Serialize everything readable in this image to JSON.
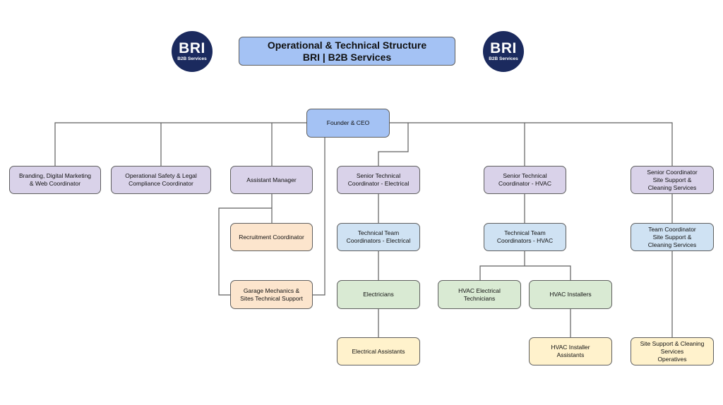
{
  "header": {
    "title_line1": "Operational & Technical Structure",
    "title_line2": "BRI | B2B Services",
    "logo_left": {
      "mark": "BRI",
      "tagline": "B2B Services"
    },
    "logo_right": {
      "mark": "BRI",
      "tagline": "B2B Services"
    }
  },
  "colors": {
    "ceo": "#a4c2f4",
    "management": "#d9d2e9",
    "team_coordinator": "#cfe2f3",
    "support": "#fce5cd",
    "trades": "#d9ead3",
    "assistants": "#fff2cc",
    "logo": "#1b2a5e",
    "connector": "#5f5f5f"
  },
  "org": {
    "ceo": "Founder & CEO",
    "branding": "Branding, Digital Marketing\n& Web Coordinator",
    "safety": "Operational Safety & Legal\nCompliance Coordinator",
    "assistant_manager": "Assistant Manager",
    "recruitment": "Recruitment Coordinator",
    "garage": "Garage Mechanics &\nSites Technical Support",
    "senior_electrical": "Senior Technical\nCoordinator - Electrical",
    "team_electrical": "Technical Team\nCoordinators - Electrical",
    "electricians": "Electricians",
    "electrical_assistants": "Electrical Assistants",
    "senior_hvac": "Senior Technical\nCoordinator - HVAC",
    "team_hvac": "Technical Team\nCoordinators - HVAC",
    "hvac_electrical_techs": "HVAC Electrical\nTechnicians",
    "hvac_installers": "HVAC Installers",
    "hvac_installer_assistants": "HVAC Installer\nAssistants",
    "senior_site": "Senior Coordinator\nSite Support &\nCleaning Services",
    "team_site": "Team Coordinator\nSite Support &\nCleaning Services",
    "site_operatives": "Site Support & Cleaning\nServices\nOperatives"
  }
}
